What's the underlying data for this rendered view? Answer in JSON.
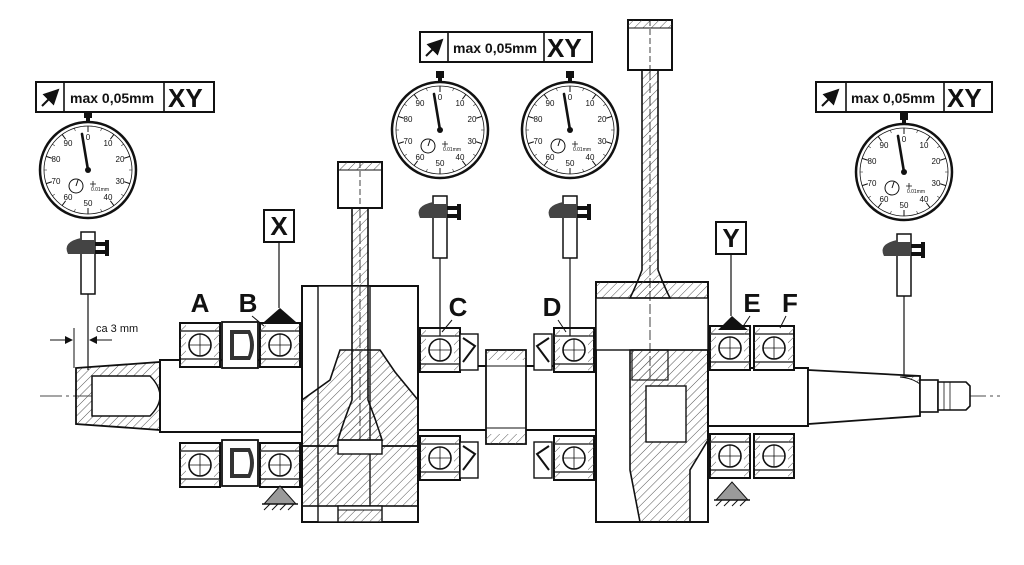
{
  "labels": {
    "A": "A",
    "B": "B",
    "C": "C",
    "D": "D",
    "E": "E",
    "F": "F",
    "X": "X",
    "Y": "Y"
  },
  "tolerance": {
    "text": "max 0,05mm",
    "ref": "XY",
    "icon": "arrow-up-right-icon"
  },
  "gauge": {
    "numbers": [
      "0",
      "10",
      "20",
      "30",
      "40",
      "50",
      "60",
      "70",
      "80",
      "90"
    ],
    "resolution": "0.01mm"
  },
  "gap_label": "ca 3 mm",
  "colors": {
    "ink": "#111111",
    "hatch": "#555555",
    "support": "#9a9a9a",
    "paper": "#ffffff"
  }
}
